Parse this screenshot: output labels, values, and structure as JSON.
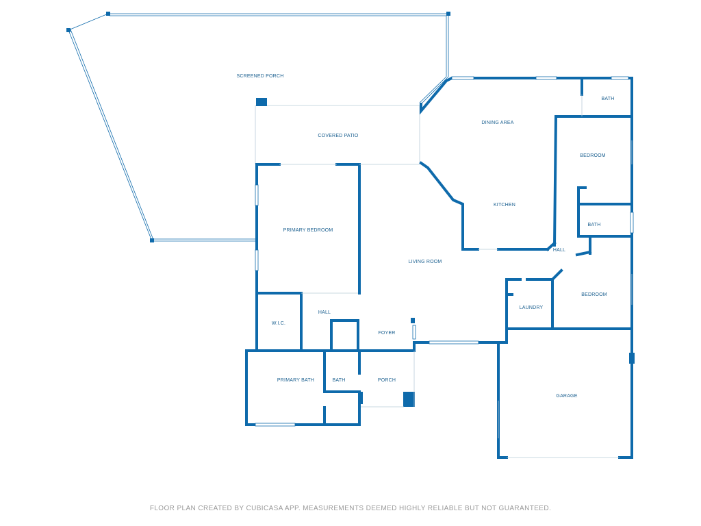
{
  "rooms": {
    "screened_porch": "SCREENED PORCH",
    "covered_patio": "COVERED PATIO",
    "dining_area": "DINING AREA",
    "bath_top": "BATH",
    "bedroom_top": "BEDROOM",
    "kitchen": "KITCHEN",
    "bath_mid": "BATH",
    "hall_right": "HALL",
    "primary_bedroom": "PRIMARY BEDROOM",
    "living_room": "LIVING ROOM",
    "bedroom_bottom": "BEDROOM",
    "laundry": "LAUNDRY",
    "wic": "W.I.C.",
    "hall_left": "HALL",
    "foyer": "FOYER",
    "primary_bath": "PRIMARY BATH",
    "bath_small": "BATH",
    "porch": "PORCH",
    "garage": "GARAGE"
  },
  "footer": "FLOOR PLAN CREATED BY CUBICASA APP. MEASUREMENTS DEEMED HIGHLY RELIABLE BUT NOT GUARANTEED.",
  "colors": {
    "wall": "#0e6aab",
    "label": "#1a5f8f",
    "footer": "#9a9a9a"
  }
}
